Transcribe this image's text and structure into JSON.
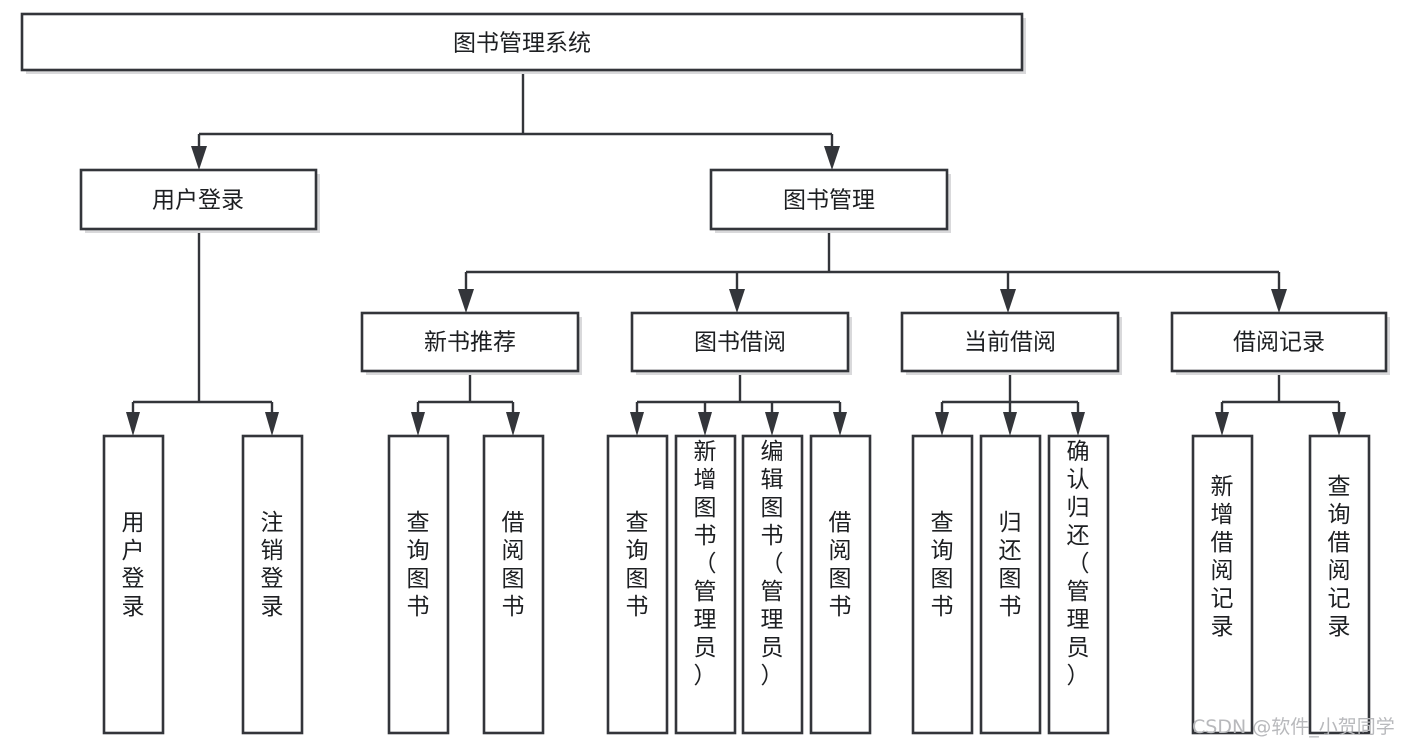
{
  "diagram": {
    "title": "图书管理系统",
    "type": "hierarchy-tree",
    "orientation": "top-down",
    "colors": {
      "stroke": "#33353a",
      "fill": "#ffffff",
      "text": "#1d1f22",
      "shadow": "#b9babd",
      "watermark": "#b8b9bc"
    },
    "levels": [
      {
        "level": 0,
        "nodes": [
          {
            "id": "root",
            "label": "图书管理系统",
            "orientation": "horizontal"
          }
        ]
      },
      {
        "level": 1,
        "nodes": [
          {
            "id": "login",
            "label": "用户登录",
            "orientation": "horizontal"
          },
          {
            "id": "bookmgmt",
            "label": "图书管理",
            "orientation": "horizontal"
          }
        ]
      },
      {
        "level": 2,
        "nodes": [
          {
            "id": "newbook",
            "label": "新书推荐",
            "orientation": "horizontal"
          },
          {
            "id": "borrow",
            "label": "图书借阅",
            "orientation": "horizontal"
          },
          {
            "id": "current",
            "label": "当前借阅",
            "orientation": "horizontal"
          },
          {
            "id": "records",
            "label": "借阅记录",
            "orientation": "horizontal"
          }
        ]
      },
      {
        "level": 3,
        "nodes": [
          {
            "id": "leaf-1",
            "label": "用户登录",
            "orientation": "vertical",
            "parent": "login"
          },
          {
            "id": "leaf-2",
            "label": "注销登录",
            "orientation": "vertical",
            "parent": "login"
          },
          {
            "id": "leaf-3",
            "label": "查询图书",
            "orientation": "vertical",
            "parent": "newbook"
          },
          {
            "id": "leaf-4",
            "label": "借阅图书",
            "orientation": "vertical",
            "parent": "newbook"
          },
          {
            "id": "leaf-5",
            "label": "查询图书",
            "orientation": "vertical",
            "parent": "borrow"
          },
          {
            "id": "leaf-6",
            "label": "新增图书（管理员）",
            "orientation": "vertical",
            "parent": "borrow"
          },
          {
            "id": "leaf-7",
            "label": "编辑图书（管理员）",
            "orientation": "vertical",
            "parent": "borrow"
          },
          {
            "id": "leaf-8",
            "label": "借阅图书",
            "orientation": "vertical",
            "parent": "borrow"
          },
          {
            "id": "leaf-9",
            "label": "查询图书",
            "orientation": "vertical",
            "parent": "current"
          },
          {
            "id": "leaf-10",
            "label": "归还图书",
            "orientation": "vertical",
            "parent": "current"
          },
          {
            "id": "leaf-11",
            "label": "确认归还（管理员）",
            "orientation": "vertical",
            "parent": "current"
          },
          {
            "id": "leaf-12",
            "label": "新增借阅记录",
            "orientation": "vertical",
            "parent": "records"
          },
          {
            "id": "leaf-13",
            "label": "查询借阅记录",
            "orientation": "vertical",
            "parent": "records"
          }
        ]
      }
    ],
    "edges": [
      {
        "from": "root",
        "to": "login"
      },
      {
        "from": "root",
        "to": "bookmgmt"
      },
      {
        "from": "bookmgmt",
        "to": "newbook"
      },
      {
        "from": "bookmgmt",
        "to": "borrow"
      },
      {
        "from": "bookmgmt",
        "to": "current"
      },
      {
        "from": "bookmgmt",
        "to": "records"
      },
      {
        "from": "login",
        "to": "leaf-1"
      },
      {
        "from": "login",
        "to": "leaf-2"
      },
      {
        "from": "newbook",
        "to": "leaf-3"
      },
      {
        "from": "newbook",
        "to": "leaf-4"
      },
      {
        "from": "borrow",
        "to": "leaf-5"
      },
      {
        "from": "borrow",
        "to": "leaf-6"
      },
      {
        "from": "borrow",
        "to": "leaf-7"
      },
      {
        "from": "borrow",
        "to": "leaf-8"
      },
      {
        "from": "current",
        "to": "leaf-9"
      },
      {
        "from": "current",
        "to": "leaf-10"
      },
      {
        "from": "current",
        "to": "leaf-11"
      },
      {
        "from": "records",
        "to": "leaf-12"
      },
      {
        "from": "records",
        "to": "leaf-13"
      }
    ]
  },
  "watermark": {
    "text": "CSDN @软件_小贺同学"
  }
}
